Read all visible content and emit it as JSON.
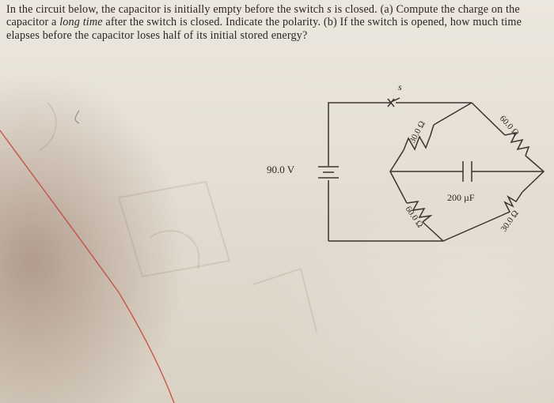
{
  "problem": {
    "part1": "In the circuit below, the capacitor is initially empty before the switch ",
    "switch_var": "s",
    "part2": " is closed. (a) Compute the charge on the capacitor a ",
    "emphasis": "long time",
    "part3": " after the switch is closed. Indicate the polarity. (b) If the switch is opened, how much time elapses before the capacitor loses half of its initial stored energy?"
  },
  "circuit": {
    "battery_label": "90.0 V",
    "switch_label": "s",
    "capacitor_label": "200 µF",
    "r_upper_left": "30.0 Ω",
    "r_upper_right": "60.0 Ω",
    "r_lower_left": "60.0 Ω",
    "r_lower_right": "30.0 Ω"
  },
  "colors": {
    "ink": "#2b2622",
    "pen_stroke": "#c23a2e"
  }
}
